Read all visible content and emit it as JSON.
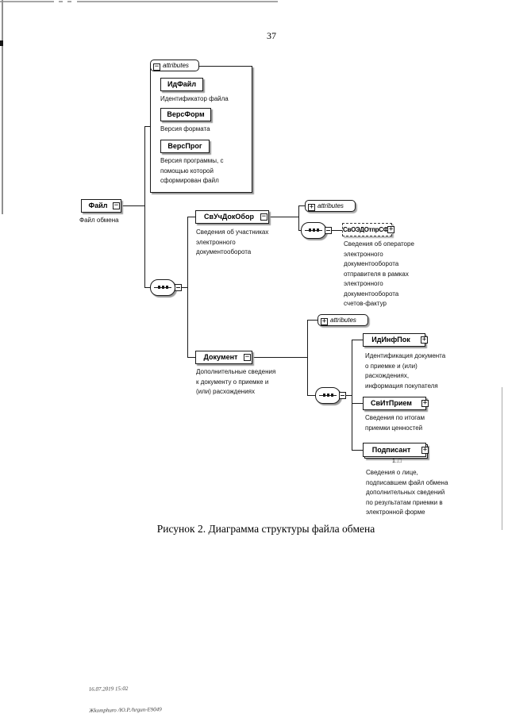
{
  "page": {
    "number": "37",
    "caption": "Рисунок 2. Диаграмма структуры файла обмена",
    "stamp": {
      "line1": "16.07.2019 15:02",
      "line2": "Жkomphuro /Ю.Р./hrgun-Е9049"
    }
  },
  "icons": {
    "collapse_glyph": "−",
    "expand_glyph": "+"
  },
  "diagram": {
    "root": {
      "name": "Файл",
      "desc": "Файл обмена"
    },
    "attributes_group": {
      "label": "attributes",
      "items": [
        {
          "name": "ИдФайл",
          "desc": "Идентификатор файла"
        },
        {
          "name": "ВерсФорм",
          "desc": "Версия формата"
        },
        {
          "name": "ВерсПрог",
          "desc": "Версия программы, с\nпомощью которой\nсформирован файл"
        }
      ]
    },
    "svuch": {
      "name": "СвУчДокОбор",
      "desc": "Сведения об участниках\nэлектронного\nдокументооборота"
    },
    "attributes2": {
      "label": "attributes"
    },
    "svoed": {
      "name": "СвОЭДОтпрСФ",
      "desc": "Сведения об операторе\nэлектронного\nдокументооборота\nотправителя в рамках\nэлектронного\nдокументооборота\nсчетов-фактур"
    },
    "dokument": {
      "name": "Документ",
      "desc": "Дополнительные сведения\nк документу о приемке и\n(или) расхождениях"
    },
    "attributes3": {
      "label": "attributes"
    },
    "idinfpok": {
      "name": "ИдИнфПок",
      "desc": "Идентификация документа\nо приемке и (или)\nрасхождениях,\nинформация покупателя"
    },
    "svitpriem": {
      "name": "СвИтПрием",
      "desc": "Сведения по итогам\nприемки ценностей"
    },
    "podpisant": {
      "name": "Подписант",
      "cardinality": "1..□",
      "desc": "Сведения о лице,\nподписавшем файл обмена\nдополнительных сведений\nпо результатам приемки в\nэлектронной форме"
    }
  }
}
